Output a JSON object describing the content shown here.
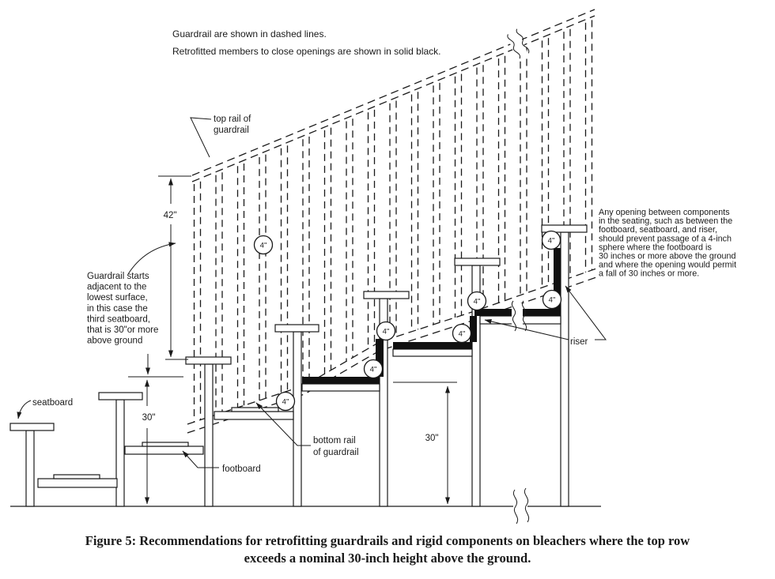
{
  "notes": {
    "dashed": "Guardrail are shown in dashed lines.",
    "solid": "Retrofitted  members to close openings are shown in solid black."
  },
  "labels": {
    "top_rail_1": "top rail of",
    "top_rail_2": "guardrail",
    "seatboard": "seatboard",
    "footboard": "footboard",
    "bottom_rail_1": "bottom rail",
    "bottom_rail_2": "of guardrail",
    "riser": "riser"
  },
  "dimensions": {
    "guardrail_height": "42\"",
    "left_height": "30\"",
    "right_height": "30\"",
    "sphere": "4\""
  },
  "blocks": {
    "start": [
      "Guardrail starts",
      "adjacent to the",
      "lowest surface,",
      "in this case the",
      "third seatboard,",
      "that is 30\"or more",
      "above ground"
    ],
    "opening": [
      "Any opening between components",
      "in the seating, such as between the",
      "footboard, seatboard, and riser,",
      "should prevent passage of a 4-inch",
      "sphere where the footboard is",
      "30 inches or more above the ground",
      "and where the opening would permit",
      "a fall of 30 inches or more."
    ]
  },
  "caption": {
    "line1": "Figure 5:  Recommendations for retrofitting guardrails and rigid components on bleachers where the top row",
    "line2": "exceeds a nominal 30-inch height above the ground."
  }
}
